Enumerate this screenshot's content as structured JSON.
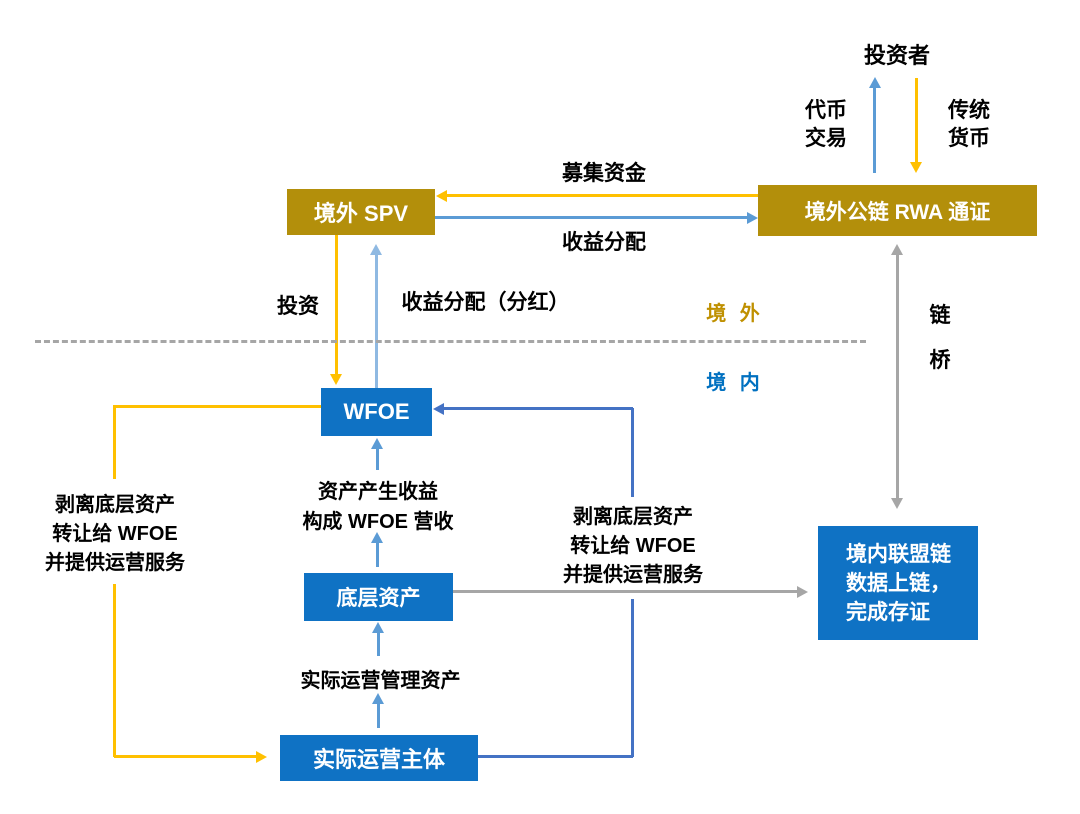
{
  "colors": {
    "gold_box": "#B38F0B",
    "blue_box": "#0F72C4",
    "yellow_arrow": "#FFC000",
    "light_blue_arrow": "#5B9BD5",
    "pale_blue_arrow": "#8FB9E2",
    "dark_blue_arrow": "#4472C4",
    "gray_arrow": "#A6A6A6",
    "offshore_text": "#BF9000",
    "onshore_text": "#0070C0"
  },
  "nodes": {
    "investor": {
      "label": "投资者"
    },
    "spv": {
      "label": "境外 SPV"
    },
    "rwa_token": {
      "label": "境外公链 RWA 通证"
    },
    "wfoe": {
      "label": "WFOE"
    },
    "underlying_assets": {
      "label": "底层资产"
    },
    "operating_entity": {
      "label": "实际运营主体"
    },
    "consortium_chain": {
      "lines": [
        "境内联盟链",
        "数据上链，",
        "完成存证"
      ]
    }
  },
  "edges": {
    "token_trade": {
      "lines": [
        "代币",
        "交易"
      ]
    },
    "traditional_currency": {
      "lines": [
        "传统",
        "货币"
      ]
    },
    "raise_funds": {
      "label": "募集资金"
    },
    "profit_distribution": {
      "label": "收益分配"
    },
    "invest": {
      "label": "投资"
    },
    "dividend": {
      "label": "收益分配（分红）"
    },
    "asset_income": {
      "lines": [
        "资产产生收益",
        "构成 WFOE 营收"
      ]
    },
    "divest_left": {
      "lines": [
        "剥离底层资产",
        "转让给 WFOE",
        "并提供运营服务"
      ]
    },
    "divest_right": {
      "lines": [
        "剥离底层资产",
        "转让给 WFOE",
        "并提供运营服务"
      ]
    },
    "manage_assets": {
      "label": "实际运营管理资产"
    }
  },
  "regions": {
    "offshore": {
      "label": "境 外"
    },
    "onshore": {
      "label": "境 内"
    },
    "chain_bridge": {
      "lines": [
        "链",
        "桥"
      ]
    }
  }
}
